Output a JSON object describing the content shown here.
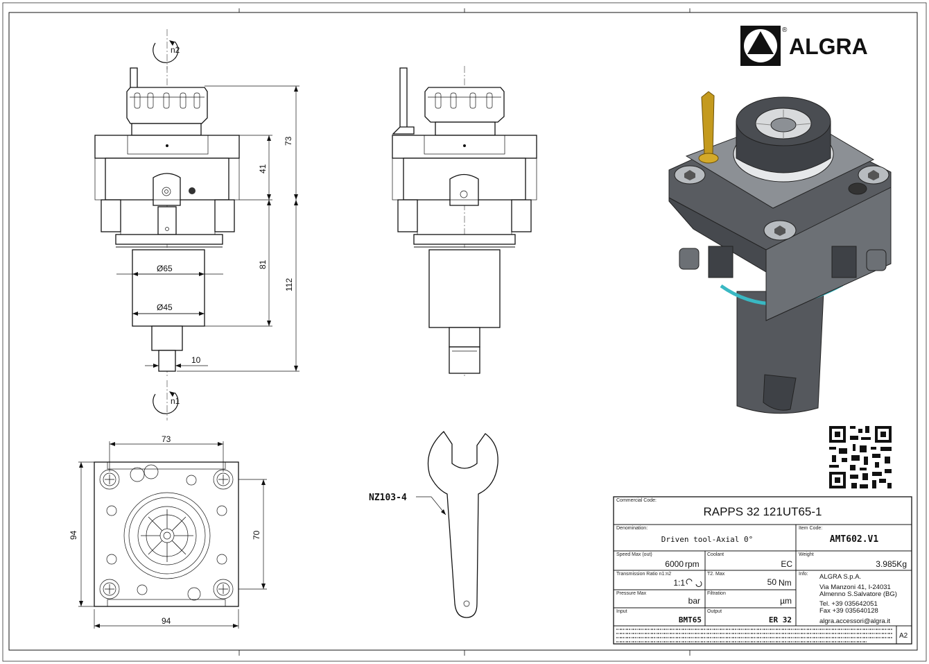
{
  "brand": {
    "name": "ALGRA",
    "registered": "®"
  },
  "dimensions": {
    "front_view": {
      "d73": "73",
      "d41": "41",
      "d81": "81",
      "d112": "112",
      "dia65": "Ø65",
      "dia45": "Ø45",
      "d10": "10"
    },
    "rotation": {
      "n2": "n2",
      "n1": "n1"
    },
    "bottom_view": {
      "width_top": "73",
      "height_left": "94",
      "height_right": "70",
      "width_bottom": "94"
    }
  },
  "wrench": {
    "code": "NZ103-4"
  },
  "title_block": {
    "commercial_code_label": "Commercial Code:",
    "commercial_code": "RAPPS 32 121UT65-1",
    "denomination_label": "Denomination:",
    "denomination": "Driven tool-Axial 0°",
    "item_code_label": "Item Code:",
    "item_code": "AMT602.V1",
    "speed_label": "Speed Max (out)",
    "speed_value": "6000",
    "speed_unit": "rpm",
    "coolant_label": "Coolant",
    "coolant_value": "EC",
    "weight_label": "Weight",
    "weight_value": "3.985Kg",
    "ratio_label": "Transmission Ratio n1:n2",
    "ratio_value": "1:1",
    "ratio_icon": "rotation-arrows-icon",
    "torque_label": "T2. Max",
    "torque_value": "50",
    "torque_unit": "Nm",
    "pressure_label": "Pressure Max",
    "pressure_unit": "bar",
    "filtration_label": "Filtration",
    "filtration_unit": "µm",
    "input_label": "Input",
    "input_value": "BMT65",
    "output_label": "Output",
    "output_value": "ER 32",
    "info_label": "Info:",
    "info_lines": [
      "ALGRA S.p.A.",
      "Via Manzoni 41, I-24031",
      "Almenno S.Salvatore (BG)",
      "Tel. +39 035642051",
      "Fax +39 035640128",
      "algra.accessori@algra.it"
    ],
    "sheet_size": "A2"
  }
}
